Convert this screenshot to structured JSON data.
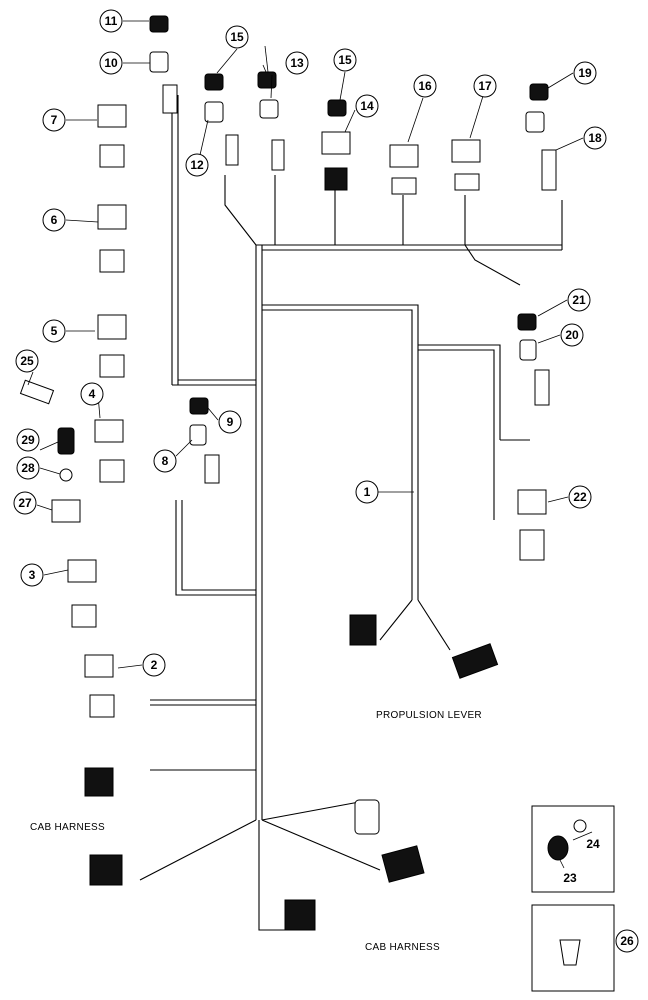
{
  "callouts": [
    "1",
    "2",
    "3",
    "4",
    "5",
    "6",
    "7",
    "8",
    "9",
    "10",
    "11",
    "12",
    "13",
    "14",
    "15",
    "16",
    "17",
    "18",
    "19",
    "20",
    "21",
    "22",
    "23",
    "24",
    "25",
    "26",
    "27",
    "28",
    "29"
  ],
  "labels": {
    "propulsion_lever": "PROPULSION LEVER",
    "cab_harness_left": "CAB HARNESS",
    "cab_harness_bottom": "CAB HARNESS"
  },
  "colors": {
    "ink": "#000000",
    "paper": "#ffffff"
  }
}
